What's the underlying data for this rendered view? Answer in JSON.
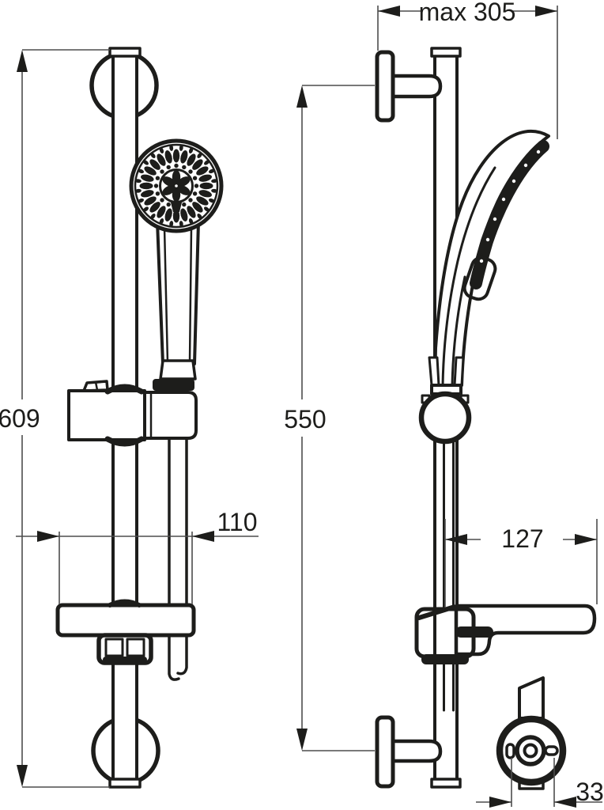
{
  "drawing": {
    "kind": "shower-rail-set-technical-drawing",
    "views": {
      "front_view": "shower rail set, front elevation",
      "side_view": "shower rail set, side elevation",
      "detail_view": "wall bracket, bottom view"
    },
    "dimensions": {
      "max_width": "max 305",
      "rail_length": "609",
      "fixing_distance": "550",
      "soap_dish_width": "110",
      "soap_dish_depth": "127",
      "bracket_width": "33"
    },
    "colors": {
      "line": "#1d1d1b",
      "dim_line": "#4d4d4d",
      "background": "#ffffff"
    }
  }
}
